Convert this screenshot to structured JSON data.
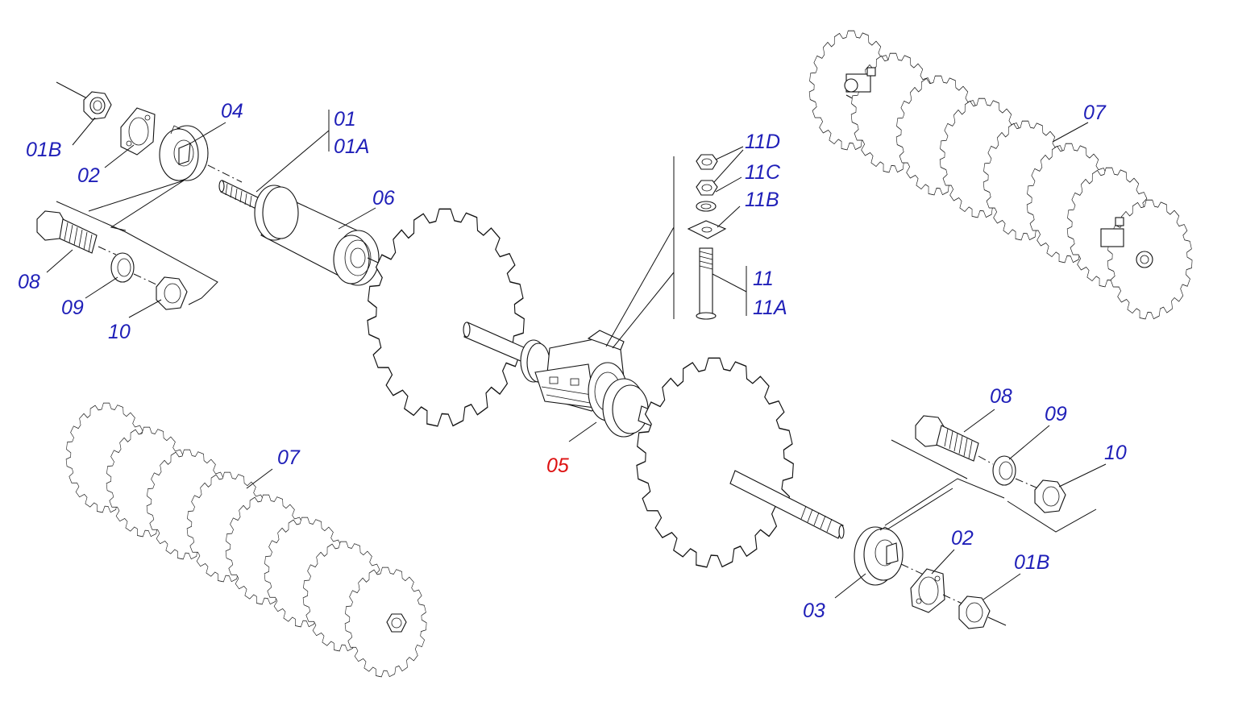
{
  "colors": {
    "label": "#1f1fb8",
    "highlight": "#dd1111",
    "line": "#111111"
  },
  "labels": {
    "p01": "01",
    "p01A": "01A",
    "p01B_top": "01B",
    "p01B_bottom": "01B",
    "p02_top": "02",
    "p02_bottom": "02",
    "p03": "03",
    "p04": "04",
    "p05": "05",
    "p06": "06",
    "p07_top": "07",
    "p07_bottom": "07",
    "p08_top": "08",
    "p08_bottom": "08",
    "p09_top": "09",
    "p09_bottom": "09",
    "p10_top": "10",
    "p10_bottom": "10",
    "p11": "11",
    "p11A": "11A",
    "p11B": "11B",
    "p11C": "11C",
    "p11D": "11D"
  },
  "highlighted_part": "05"
}
